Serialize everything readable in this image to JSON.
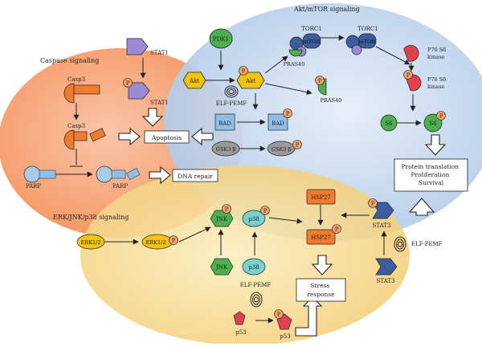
{
  "regions": {
    "caspase": "Caspase signaling",
    "akt_mtor": "Akt/mTOR signaling",
    "erk": "ERK/JNK/p38 signaling"
  },
  "phospho_label": "P",
  "nodes": {
    "pdk1": "PDK1",
    "akt": "Akt",
    "akt_p": "Akt",
    "elf_pemf_akt": "ELF-PEMF",
    "torc1_a_title": "TORC1",
    "torc1_a_inner": "mTOR",
    "pras40": "PRAS40",
    "pras40_p": "PRAS40",
    "torc1_b_title": "TORC1",
    "torc1_b_inner": "mTOR",
    "p70_top": "P70 S6\nkinase",
    "p70_mid": "P70 S6\nkinase",
    "s6": "S6",
    "s6_p": "S6",
    "bad": "BAD",
    "bad_p": "BAD",
    "gsk": "GSK3 β",
    "gsk_p": "GSK3 β",
    "stat1": "STAT1",
    "stat1_p": "STAT1",
    "casp3_a": "Casp3",
    "casp3_b": "Casp3",
    "parp": "PARP",
    "parp_cleaved": "PARP",
    "apoptosis": "Apoptosis",
    "dna_repair": "DNA repair",
    "protein_box": "Protein translation\nProliferation\nSurvival",
    "erk_a": "ERK1/2",
    "erk_b": "ERK1/2",
    "jnk_p": "JNK",
    "jnk": "JNK",
    "p38_p": "p38",
    "p38": "p38",
    "hsp27_a": "HSP27",
    "hsp27_b": "HSP27",
    "stat3_p": "STAT3",
    "stat3": "STAT3",
    "elf_pemf_stat3": "ELF-PEMF",
    "elf_pemf_p53": "ELF-PEMF",
    "p53": "p53",
    "p53_p": "p53",
    "stress": "Stress\nresponse"
  },
  "colors": {
    "region_caspase": "#f7a77a",
    "region_akt": "#c7d9ee",
    "region_erk": "#f7dc92",
    "green": "#4caf50",
    "yellow": "#f2c40f",
    "purple": "#9b8ad6",
    "blue_dark": "#3d5c9f",
    "orange": "#f07a2e",
    "red": "#e0414f",
    "light_blue": "#8fbfe6",
    "teal": "#78d3d0",
    "gray": "#9a9a9a",
    "phospho": "#f4a06a"
  }
}
